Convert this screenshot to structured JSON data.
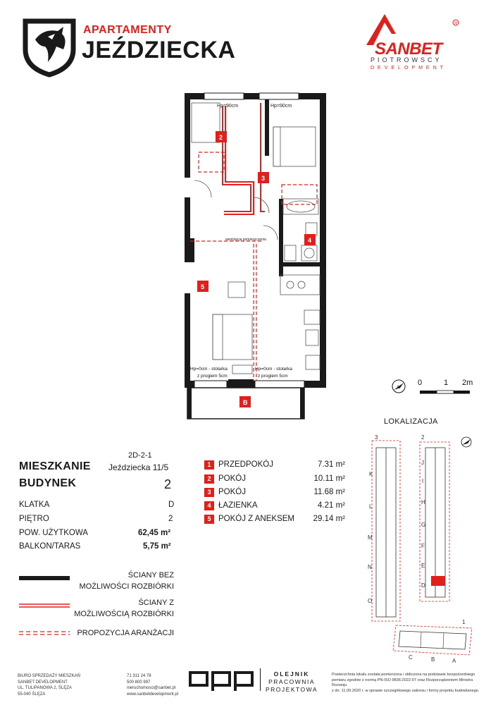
{
  "header": {
    "brand_top": "APARTAMENTY",
    "brand_main": "JEŹDZIECKA",
    "dev_name": "SANBET",
    "dev_sub": "PIOTROWSCY",
    "dev_line": "DEVELOPMENT"
  },
  "plan": {
    "hp_window_1": "Hp=90cm",
    "hp_window_2": "Hp=90cm",
    "ventilation": "wentylacja pomieszczenia",
    "door_1": "Hp=0cm - stolarka z progiem 5cm",
    "door_1_a": "Hp=0cm - stolarka",
    "door_1_b": "z progiem 5cm",
    "door_2_a": "Hp=0cm - stolarka",
    "door_2_b": "z progiem 5cm",
    "balcony_label": "B",
    "room_labels": [
      "2",
      "3",
      "4",
      "5"
    ]
  },
  "scale": {
    "t0": "0",
    "t1": "1",
    "t2": "2m"
  },
  "apartment": {
    "code": "2D-2-1",
    "mieszkanie_label": "MIESZKANIE",
    "address": "Jeździecka 11/5",
    "budynek_label": "BUDYNEK",
    "budynek_value": "2",
    "klatka_label": "KLATKA",
    "klatka_value": "D",
    "pietro_label": "PIĘTRO",
    "pietro_value": "2",
    "pow_label": "POW. UŻYTKOWA",
    "pow_value": "62,45 m²",
    "balkon_label": "BALKON/TARAS",
    "balkon_value": "5,75 m²"
  },
  "rooms": [
    {
      "num": "1",
      "name": "PRZEDPOKÓJ",
      "area": "7.31 m²"
    },
    {
      "num": "2",
      "name": "POKÓJ",
      "area": "10.11 m²"
    },
    {
      "num": "3",
      "name": "POKÓJ",
      "area": "11.68 m²"
    },
    {
      "num": "4",
      "name": "ŁAZIENKA",
      "area": "4.21 m²"
    },
    {
      "num": "5",
      "name": "POKÓJ Z ANEKSEM",
      "area": "29.14 m²"
    }
  ],
  "legend": {
    "l1a": "ŚCIANY BEZ",
    "l1b": "MOŻLIWOŚCI ROZBIÓRKI",
    "l2a": "ŚCIANY Z",
    "l2b": "MOŻLIWOŚCIĄ ROZBIÓRKI",
    "l3": "PROPOZYCJA ARANŻACJI"
  },
  "location": {
    "title": "LOKALIZACJA",
    "building_3": "3",
    "building_2": "2",
    "building_1": "1",
    "b3_letters": [
      "K",
      "L",
      "M",
      "N",
      "O"
    ],
    "b2_letters": [
      "J",
      "I",
      "H",
      "G",
      "F",
      "E",
      "D"
    ],
    "b1_letters": [
      "C",
      "B",
      "A"
    ]
  },
  "footer": {
    "sales_1": "BIURO SPRZEDAŻY MIESZKAŃ",
    "sales_2": "SANBET DEVELOPMENT",
    "sales_3": "UL. TULIPANOWA 2, ŚLĘZA",
    "sales_4": "55-040 ŚLĘZA",
    "phone_1": "71 311 24 78",
    "phone_2": "500 800 997",
    "email": "nieruchomosci@sanbet.pl",
    "www": "www.sanbetdevelopment.pl",
    "opp": "opp",
    "studio_1": "OLEJNIK",
    "studio_2": "PRACOWNIA",
    "studio_3": "PROJEKTOWA",
    "disclaimer_1": "Powierzchnia lokalu została pomierzona i obliczona na podstawie bezpośredniego",
    "disclaimer_2": "pomiaru zgodnie z normą PN-ISO 9836:2022-07 oraz Rozporządzeniem Ministra Rozwoju",
    "disclaimer_3": "z dn. 11.09.2020 r. w sprawie szczegółowego zakresu i formy projektu budowlanego."
  },
  "colors": {
    "accent": "#e0201c",
    "ink": "#1a1a1a"
  }
}
